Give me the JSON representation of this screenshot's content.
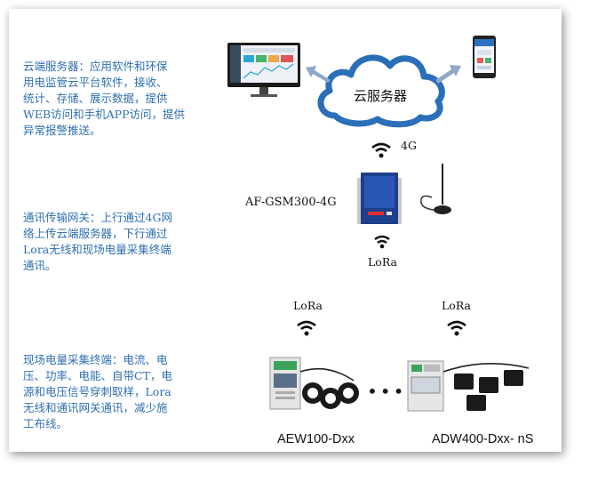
{
  "descriptions": {
    "cloud_server": [
      "云端服务器：应用软件和环保",
      "用电监管云平台软件，接收、",
      "统计、存储、展示数据，提供",
      "WEB访问和手机APP访问，提供",
      "异常报警推送。"
    ],
    "gateway": [
      "通讯传输网关：上行通过4G网",
      "络上传云端服务器，下行通过",
      "Lora无线和现场电量采集终端",
      "通讯。"
    ],
    "terminal": [
      "现场电量采集终端：电流、电",
      "压、功率、电能、自带CT，电",
      "源和电压信号穿刺取样，Lora",
      "无线和通讯网关通讯，减少施",
      "工布线。"
    ]
  },
  "cloud_label": "云服务器",
  "signal_4g": "4G",
  "gateway_model": "AF-GSM300-4G",
  "gateway_lora": "LoRa",
  "lora_left": "LoRa",
  "lora_right": "LoRa",
  "ellipsis": "•••",
  "device_left": "AEW100-Dxx",
  "device_right": "ADW400-Dxx- nS",
  "colors": {
    "text_blue": "#2f6fb0",
    "cloud_stroke": "#2a6fb8",
    "arrow": "#8ea8c8"
  }
}
